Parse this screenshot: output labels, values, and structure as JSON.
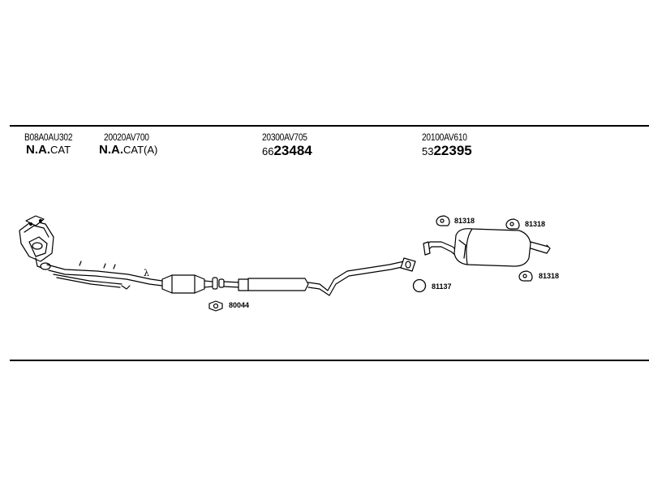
{
  "headers": [
    {
      "code": "B08A0AU302",
      "prefix": "N.A.",
      "suffix": "CAT"
    },
    {
      "code": "20020AV700",
      "prefix": "N.A.",
      "suffix": "CAT(A)"
    },
    {
      "code": "20300AV705",
      "ref_prefix": "66",
      "ref_main": "23484"
    },
    {
      "code": "20100AV610",
      "ref_prefix": "53",
      "ref_main": "22395"
    }
  ],
  "parts": {
    "gasket": "80044",
    "hanger_top_left": "81318",
    "hanger_top_right": "81318",
    "hanger_bottom_right": "81318",
    "ring": "81137"
  },
  "lambda_symbol": "λ"
}
